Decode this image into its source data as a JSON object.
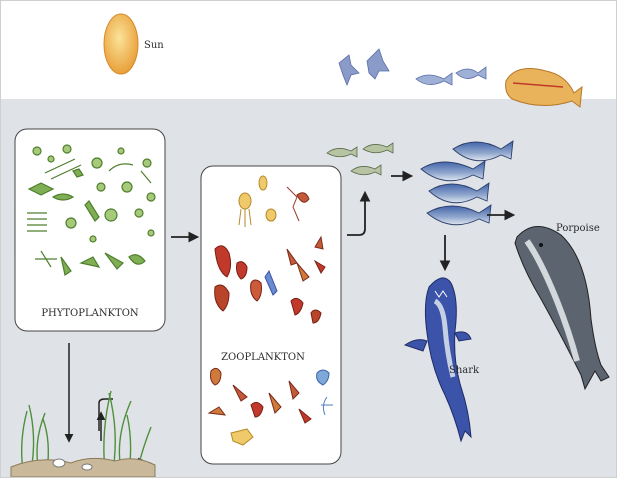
{
  "labels": {
    "sun": "Sun",
    "phytoplankton": "PHYTOPLANKTON",
    "zooplankton": "ZOOPLANKTON",
    "porpoise": "Porpoise",
    "shark": "Shark"
  },
  "colors": {
    "ocean": "#dfe3e8",
    "sky": "#ffffff",
    "sun": "#f0b54a",
    "phytoplankton": "#5f8f3a",
    "zooplankton": "#c0662a",
    "shark": "#3b53a8",
    "porpoise": "#2f3640",
    "seagrass": "#7fb06a",
    "arrow": "#222222"
  },
  "icons": [
    "sun-icon",
    "flying-fish-icon",
    "small-fish-icon",
    "tuna-icon",
    "shark-icon",
    "porpoise-icon",
    "seagrass-icon",
    "arrow-icon"
  ]
}
